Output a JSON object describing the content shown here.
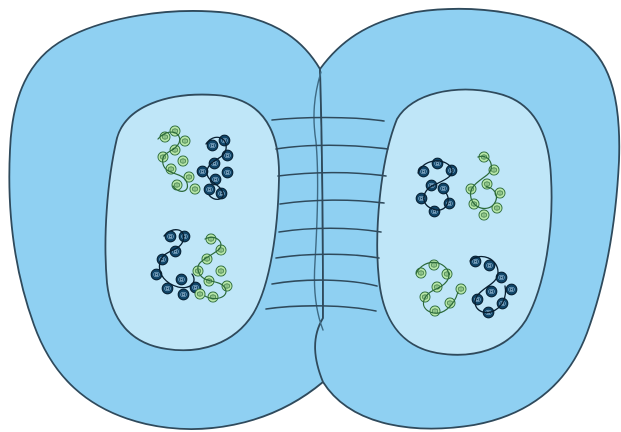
{
  "diagram": {
    "type": "cell-division-illustration",
    "cell_count": 2,
    "nucleus_count": 2,
    "chromatin_clusters_per_nucleus": 2,
    "spindle_fiber_count": 8,
    "colors": {
      "background": "#ffffff",
      "cell_fill": "#8fd0f2",
      "nucleus_fill": "#bfe6f8",
      "outline": "#2f4a5c",
      "chromatin_dark": "#0f4466",
      "chromatin_light": "#b8e7a9",
      "chromatin_light_outline": "#2c6a3a"
    }
  }
}
